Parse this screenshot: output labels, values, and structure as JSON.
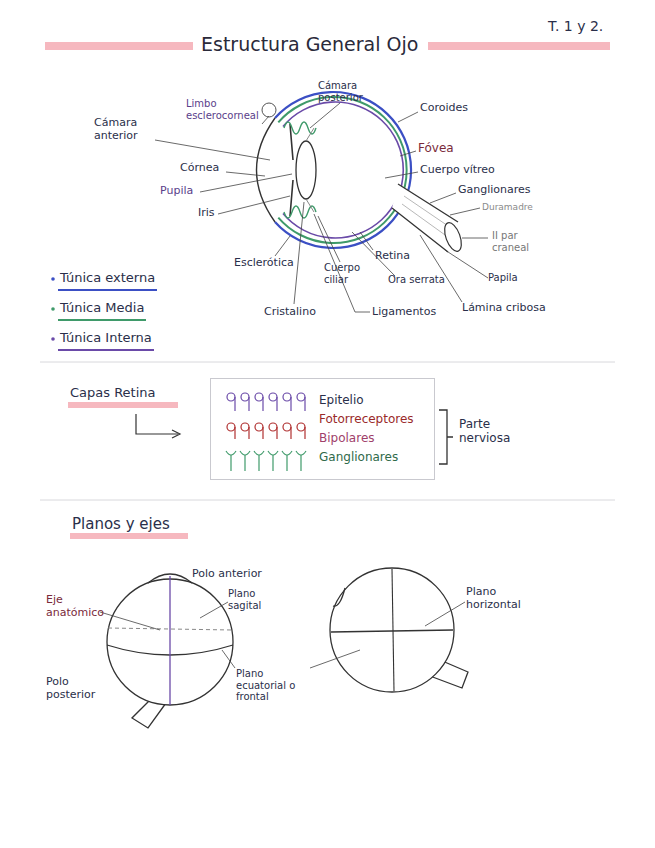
{
  "diagram": {
    "title": "Estructura General Ojo",
    "nodes": [
      {
        "text": [
          "Epitelio",
          "Fotorreceptores",
          "Bipolares",
          "Ganglionares"
        ]
      }
    ],
    "labels": [
      "T. 1 y 2.",
      "Cámara posterior",
      "Limbo esclerocorneal",
      "Cámara anterior",
      "Coroides",
      "Fóvea",
      "Cuerpo vítreo",
      "Ganglionares",
      "Duramadre",
      "II par craneal",
      "Córnea",
      "Pupila",
      "Iris",
      "Esclerótica",
      "Retina",
      "Cuerpo ciliar",
      "Ora serrata",
      "Papila",
      "Lámina cribosa",
      "Cristalino",
      "Ligamentos",
      "Capas Retina",
      "Parte nerviosa",
      "Planos y ejes",
      "Polo anterior",
      "Plano sagital",
      "Eje anatómico",
      "Polo posterior",
      "Plano ecuatorial o frontal",
      "Plano horizontal"
    ],
    "legend": [
      {
        "text": "Túnica externa"
      },
      {
        "text": "Túnica Media"
      },
      {
        "text": "Túnica Interna"
      }
    ]
  }
}
